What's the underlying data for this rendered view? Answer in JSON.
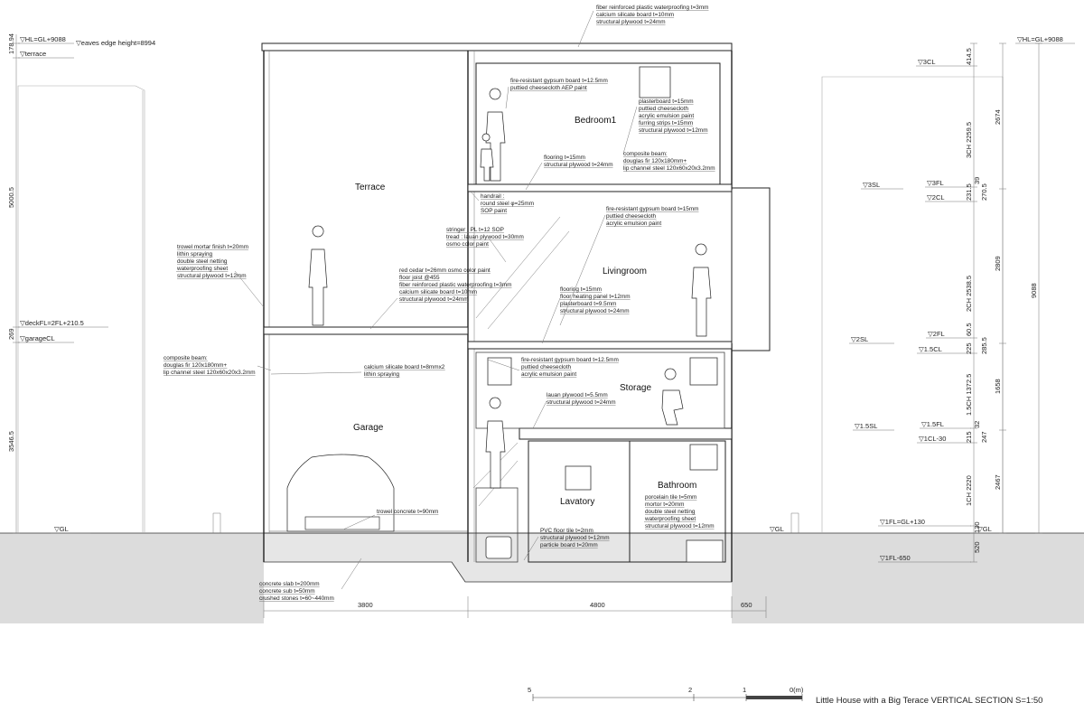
{
  "title": "Little House with a Big Terace VERTICAL SECTION S=1:50",
  "scale_bar": [
    "5",
    "2",
    "1",
    "0(m)"
  ],
  "rooms": {
    "terrace": "Terrace",
    "bedroom": "Bedroom1",
    "livingroom": "Livingroom",
    "garage": "Garage",
    "storage": "Storage",
    "lavatory": "Lavatory",
    "bathroom": "Bathroom"
  },
  "notes": {
    "roof": [
      "fiber reinforced plastic waterproofing t=3mm",
      "calcium silicate board t=10mm",
      "structural plywood t=24mm"
    ],
    "bed_ceiling": [
      "fire-resistant gypsum board t=12.5mm",
      "puttied cheesecloth AEP paint"
    ],
    "bed_wall": [
      "plasterboard t=15mm",
      "puttied cheesecloth",
      "acrylic emulsion paint",
      "furring strips t=15mm",
      "structural plywood t=12mm"
    ],
    "bed_floor": [
      "flooring t=15mm",
      "structural plywood t=24mm"
    ],
    "composite_beam_1": [
      "composite beam:",
      "douglas fir 120x180mm+",
      "lip channel steel 120x60x20x3.2mm"
    ],
    "handrail": [
      "handrail :",
      "round steel φ=25mm",
      "SOP paint"
    ],
    "stringer": [
      "stringer : PL t=12 SOP",
      "tread : lauan plywood t=30mm",
      "osmo color paint"
    ],
    "living_ceiling": [
      "fire-resistant gypsum board t=15mm",
      "puttied cheesecloth",
      "acrylic emulsion paint"
    ],
    "terrace_wall": [
      "trowel mortar finish t=20mm",
      "lithin spraying",
      "double steel netting",
      "waterproofing sheet",
      "structural plywood t=12mm"
    ],
    "deck": [
      "red cedar t=26mm osmo color paint",
      "floor joist @455",
      "fiber reinforced plastic waterproofing t=3mm",
      "calcium silicate board t=10mm",
      "structural plywood t=24mm"
    ],
    "living_floor": [
      "flooring t=15mm",
      "floor heating panel t=12mm",
      "plasterboard t=9.5mm",
      "structural plywood t=24mm"
    ],
    "composite_beam_2": [
      "composite beam:",
      "douglas fir 120x180mm+",
      "lip channel steel 120x60x20x3.2mm"
    ],
    "garage_ceiling": [
      "calcium silicate board t=8mmx2",
      "lithin spraying"
    ],
    "storage_ceiling": [
      "fire-resistant gypsum board t=12.5mm",
      "puttied cheesecloth",
      "acrylic emulsion paint"
    ],
    "storage_floor": [
      "lauan plywood t=5.5mm",
      "structural plywood t=24mm"
    ],
    "bathroom_wall": [
      "porcelain tile t=5mm",
      "mortor t=20mm",
      "double steel netting",
      "waterproofing sheet",
      "structural plywood t=12mm"
    ],
    "garage_floor": [
      "trowel concrete t=90mm"
    ],
    "lavatory_floor": [
      "PVC floor tile t=2mm",
      "structural plywood t=12mm",
      "particle board t=20mm"
    ],
    "foundation": [
      "concrete slab t=200mm",
      "concrete sub t=50mm",
      "crushed stones t=60~440mm"
    ]
  },
  "levels_left": {
    "hl": "▽HL=GL+9088",
    "eaves": "▽eaves edge height=8994",
    "terrace": "▽terrace",
    "deck": "▽deckFL=2FL+210.5",
    "garage_cl": "▽garageCL",
    "gl": "▽GL"
  },
  "levels_right": {
    "hl": "▽HL=GL+9088",
    "cl3": "▽3CL",
    "sl3": "▽3SL",
    "fl3": "▽3FL",
    "cl2": "▽2CL",
    "sl2": "▽2SL",
    "fl2": "▽2FL",
    "cl15": "▽1.5CL",
    "sl15": "▽1.5SL",
    "fl15": "▽1.5FL",
    "cl1": "▽1CL-30",
    "fl1": "▽1FL=GL+130",
    "gl": "▽GL",
    "fl1b": "▽1FL-650",
    "gl_mid": "▽GL"
  },
  "dims_left": [
    "178.94",
    "5000.5",
    "269",
    "3546.5"
  ],
  "dims_right_a": [
    "414.5",
    "3CH 2259.5",
    "231.5",
    "39",
    "270.5",
    "2CH 2538.5",
    "60.5",
    "225",
    "285.5",
    "1.5CH 1372.5",
    "215",
    "32",
    "247",
    "1CH 2220",
    "130",
    "520"
  ],
  "dims_right_b": [
    "2674",
    "2809",
    "1658",
    "2467"
  ],
  "dims_right_total": "9088",
  "dims_bottom": [
    "3800",
    "4800",
    "650"
  ]
}
